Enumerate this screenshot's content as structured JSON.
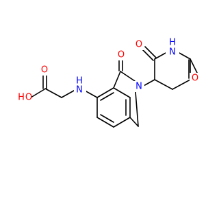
{
  "molecule": {
    "atom_labels": {
      "O_carboxyl_oh": "O",
      "H_carboxyl": "H",
      "O_carboxyl_co": "O",
      "N_amine": "N",
      "H_amine": "H",
      "O_lactam": "O",
      "N_isoindolinone": "N",
      "O_glutarimide_top": "O",
      "N_glutarimide": "N",
      "H_glutarimide": "H",
      "O_glutarimide_right": "O"
    },
    "colors": {
      "bond": "#000000",
      "oxygen": "#ff0000",
      "nitrogen": "#0000ff",
      "hydrogen": "#000000"
    }
  }
}
